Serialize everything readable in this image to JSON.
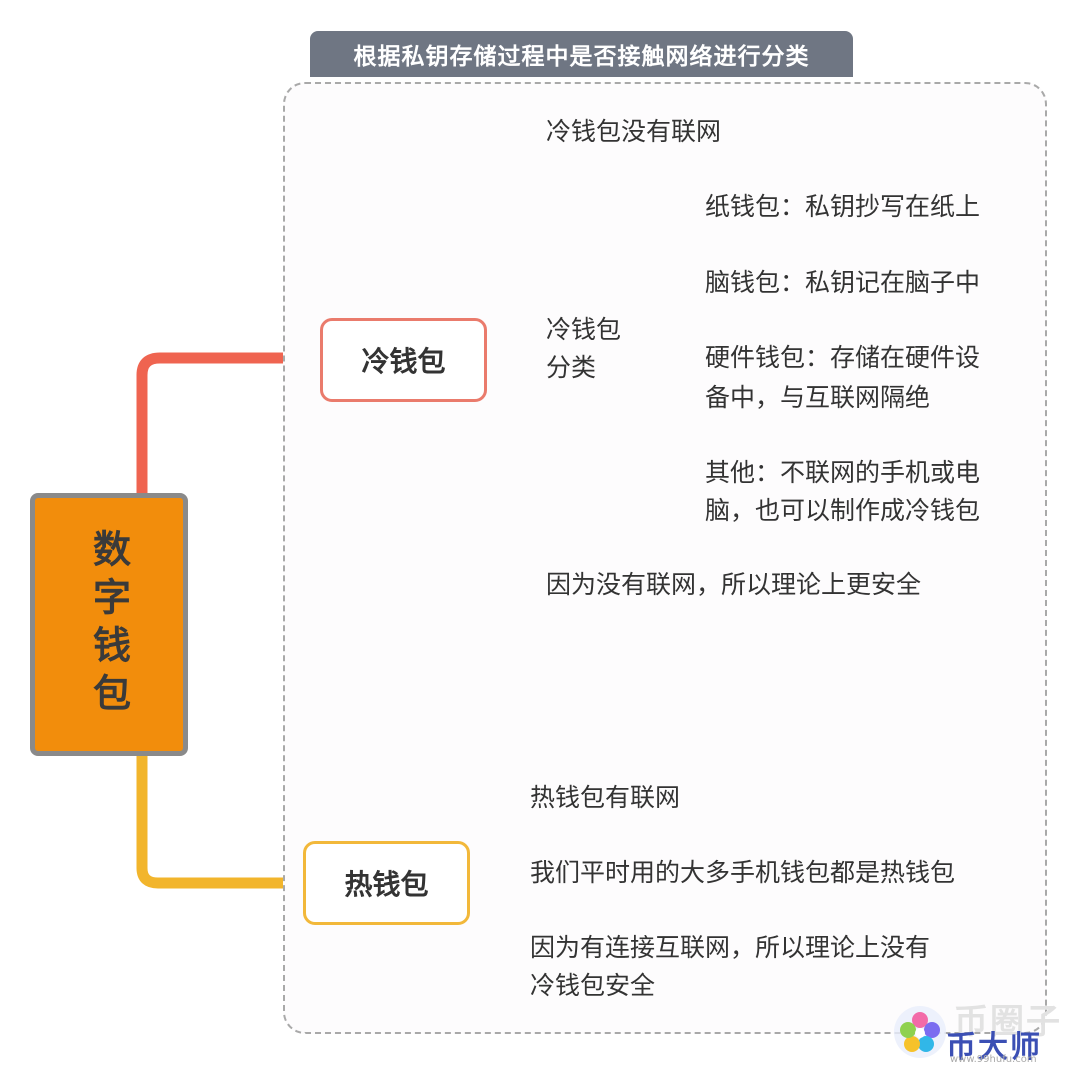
{
  "group_title": "根据私钥存储过程中是否接触网络进行分类",
  "root_label": "数字钱包",
  "cold": {
    "label": "冷钱包",
    "items": {
      "no_network": "冷钱包没有联网",
      "category_line1": "冷钱包",
      "category_line2": "分类",
      "paper": "纸钱包：私钥抄写在纸上",
      "brain": "脑钱包：私钥记在脑子中",
      "hardware_line1": "硬件钱包：存储在硬件设",
      "hardware_line2": "备中，与互联网隔绝",
      "other_line1": "其他：不联网的手机或电",
      "other_line2": "脑，也可以制作成冷钱包",
      "safer": "因为没有联网，所以理论上更安全"
    }
  },
  "hot": {
    "label": "热钱包",
    "items": {
      "networked": "热钱包有联网",
      "common": "我们平时用的大多手机钱包都是热钱包",
      "less_safe_line1": "因为有连接互联网，所以理论上没有",
      "less_safe_line2": "冷钱包安全"
    }
  },
  "watermark": {
    "line1": "币圈子",
    "line2": "币大师",
    "url": "www.99hufu.com"
  },
  "colors": {
    "root_fill": "#f28d0c",
    "cold_branch": "#ea7b6c",
    "hot_branch": "#f2b83a",
    "title_bar": "#6f7683"
  }
}
